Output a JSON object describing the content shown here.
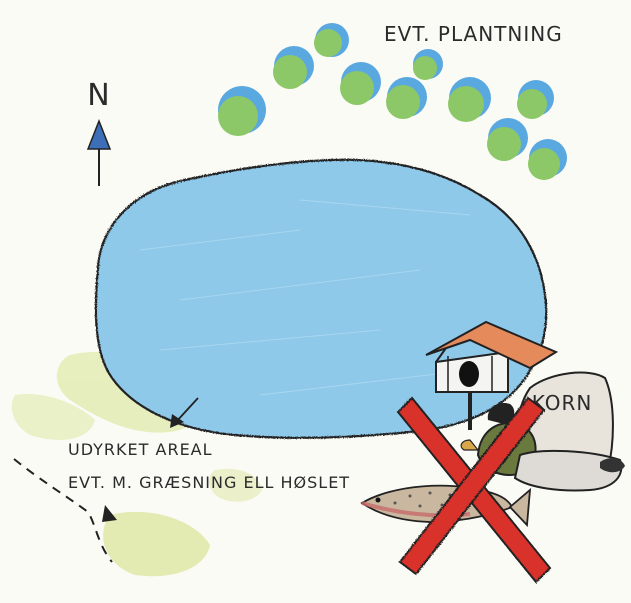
{
  "labels": {
    "planting": "EVT. PLANTNING",
    "north": "N",
    "uncultivated_line1": "UDYRKET AREAL",
    "uncultivated_line2": "EVT. M. GRÆSNING ELL HØSLET",
    "grain_sack": "KORN"
  },
  "colors": {
    "pond": "#8ec9ea",
    "pond_outline": "#222222",
    "tree_shadow": "#5aa8e0",
    "tree_fill": "#8cc867",
    "grass": "#dfe6a8",
    "arrow_head": "#3c6fb8",
    "cross": "#d8312c",
    "roof": "#e58a5a",
    "sack": "#e8e4dc"
  },
  "icons": {
    "north_arrow": "north-arrow-icon",
    "bird_house": "bird-feeder-icon",
    "sack": "grain-sack-icon",
    "fish": "fish-icon",
    "duck": "duck-icon",
    "prohibition": "red-cross-icon"
  }
}
